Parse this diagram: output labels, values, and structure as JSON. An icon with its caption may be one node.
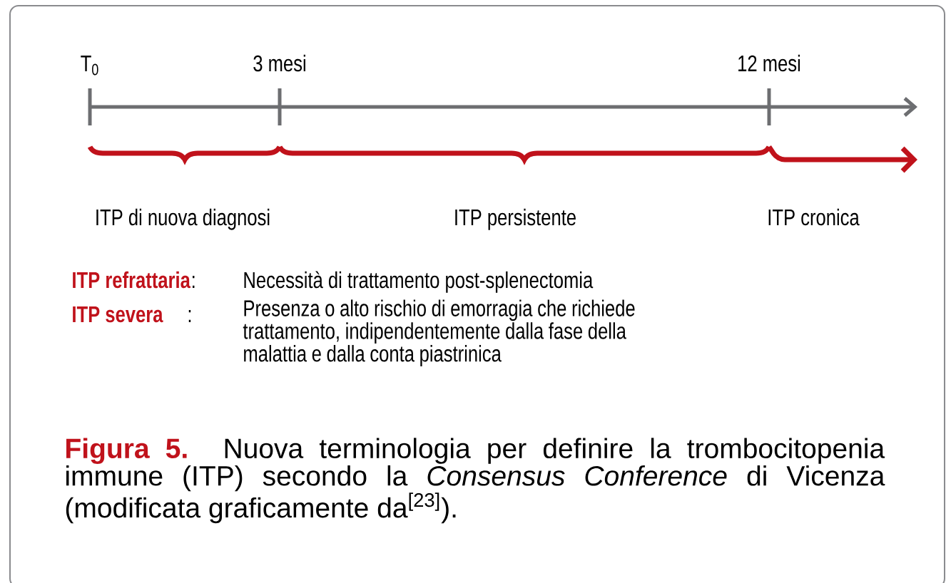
{
  "diagram": {
    "caption": "**Figura 5.** Nuova terminologia per definire la trombocitopenia immune (ITP) secondo la *Consensus Conference* di Vicenza (modificata graficamente da$^{[23]}$).",
    "labels": [
      "T$_{0}$",
      "3 mesi",
      "12 mesi",
      "ITP di nuova diagnosi",
      "ITP persistente",
      "ITP cronica",
      "ITP refrattaria",
      ":",
      "Necessità di trattamento post-splenectomia",
      "ITP severa",
      ":",
      "Presenza o alto rischio di emorragia che richiede trattamento, indipendentemente dalla fase della malattia e dalla conta piastrinica"
    ]
  }
}
